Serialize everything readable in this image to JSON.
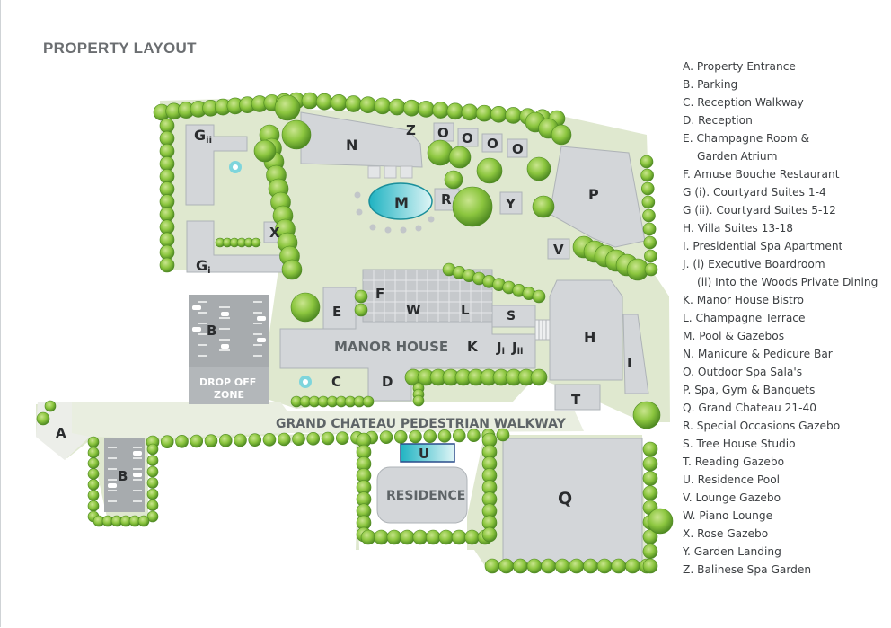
{
  "title": "PROPERTY LAYOUT",
  "colors": {
    "lawn": "#dfe8cf",
    "building": "#d3d6d9",
    "building_edge": "#aeb3b7",
    "parking": "#a7abae",
    "tree": "#8cc63f",
    "tree_dark": "#5d9a2a",
    "pool": "#3fc2cc"
  },
  "icons": {
    "tree": "tree-icon",
    "pool": "pool-icon",
    "car": "car-icon",
    "gazebo": "gazebo-icon"
  },
  "map_labels": {
    "a": "A",
    "b1": "B",
    "b2": "B",
    "c": "C",
    "d": "D",
    "e": "E",
    "f": "F",
    "g1": "G",
    "g1_sub": "i",
    "g2": "G",
    "g2_sub": "ii",
    "h": "H",
    "i": "I",
    "j1": "J",
    "j1_sub": "i",
    "j2": "J",
    "j2_sub": "ii",
    "k": "K",
    "l": "L",
    "m": "M",
    "n": "N",
    "o": "O",
    "p": "P",
    "q": "Q",
    "r": "R",
    "s": "S",
    "t": "T",
    "u": "U",
    "v": "V",
    "w": "W",
    "x": "X",
    "y": "Y",
    "z": "Z",
    "manor_house": "MANOR HOUSE",
    "residence": "RESIDENCE",
    "drop_off_1": "DROP OFF",
    "drop_off_2": "ZONE",
    "walkway": "GRAND CHATEAU PEDESTRIAN WALKWAY"
  },
  "legend": [
    "A. Property Entrance",
    "B. Parking",
    "C. Reception Walkway",
    "D. Reception",
    "E. Champagne Room &",
    "Garden Atrium",
    "F. Amuse Bouche Restaurant",
    "G (i). Courtyard Suites 1-4",
    "G (ii). Courtyard Suites 5-12",
    "H. Villa Suites 13-18",
    "I. Presidential Spa Apartment",
    "J.  (i) Executive Boardroom",
    "(ii) Into the Woods Private Dining",
    "K. Manor House Bistro",
    "L. Champagne Terrace",
    "M. Pool & Gazebos",
    "N. Manicure & Pedicure Bar",
    "O. Outdoor Spa Sala's",
    "P. Spa, Gym & Banquets",
    "Q. Grand Chateau 21-40",
    "R. Special Occasions Gazebo",
    "S. Tree House Studio",
    "T. Reading Gazebo",
    "U. Residence Pool",
    "V. Lounge Gazebo",
    "W. Piano Lounge",
    "X. Rose Gazebo",
    "Y. Garden Landing",
    "Z. Balinese Spa Garden"
  ]
}
